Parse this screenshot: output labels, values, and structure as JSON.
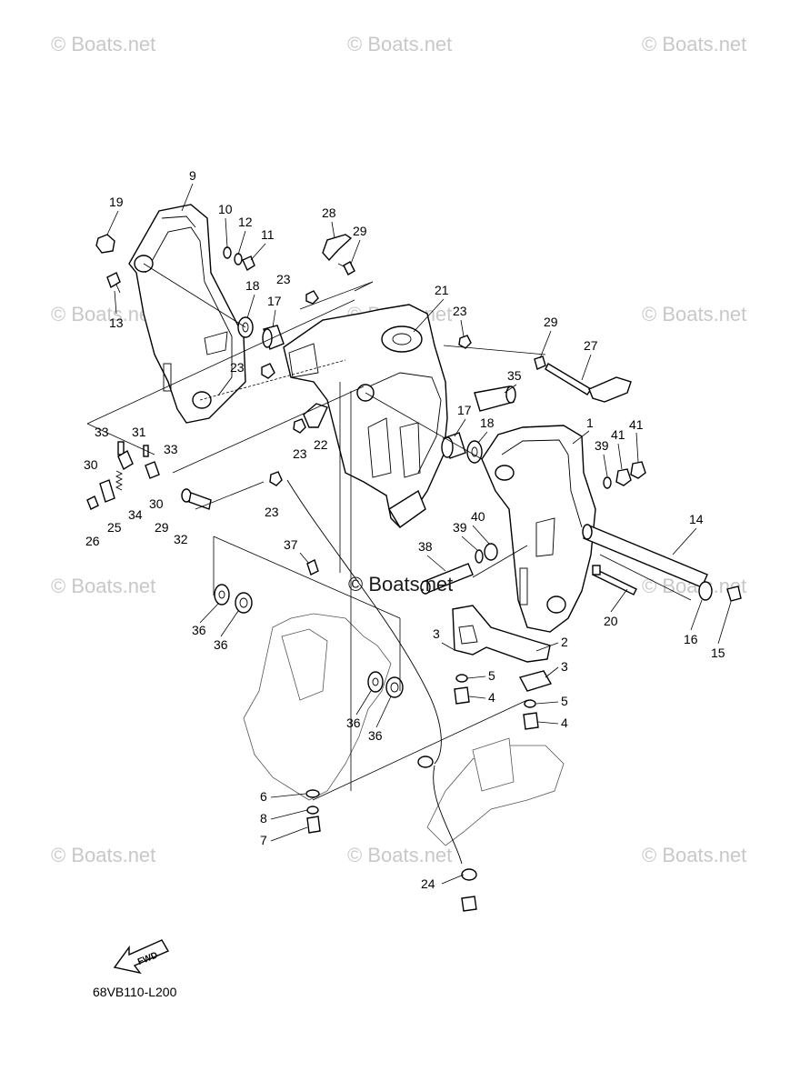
{
  "watermark": "© Boats.net",
  "diagram_code": "68VB110-L200",
  "fwd_label": "FWD",
  "callouts": [
    {
      "id": "c9",
      "text": "9"
    },
    {
      "id": "c19",
      "text": "19"
    },
    {
      "id": "c10",
      "text": "10"
    },
    {
      "id": "c12",
      "text": "12"
    },
    {
      "id": "c11",
      "text": "11"
    },
    {
      "id": "c28",
      "text": "28"
    },
    {
      "id": "c29a",
      "text": "29"
    },
    {
      "id": "c13",
      "text": "13"
    },
    {
      "id": "c18a",
      "text": "18"
    },
    {
      "id": "c17a",
      "text": "17"
    },
    {
      "id": "c23a",
      "text": "23"
    },
    {
      "id": "c21",
      "text": "21"
    },
    {
      "id": "c23b",
      "text": "23"
    },
    {
      "id": "c29b",
      "text": "29"
    },
    {
      "id": "c27",
      "text": "27"
    },
    {
      "id": "c23c",
      "text": "23"
    },
    {
      "id": "c35",
      "text": "35"
    },
    {
      "id": "c17b",
      "text": "17"
    },
    {
      "id": "c18b",
      "text": "18"
    },
    {
      "id": "c1",
      "text": "1"
    },
    {
      "id": "c41a",
      "text": "41"
    },
    {
      "id": "c41b",
      "text": "41"
    },
    {
      "id": "c39a",
      "text": "39"
    },
    {
      "id": "c33a",
      "text": "33"
    },
    {
      "id": "c31",
      "text": "31"
    },
    {
      "id": "c33b",
      "text": "33"
    },
    {
      "id": "c22",
      "text": "22"
    },
    {
      "id": "c23d",
      "text": "23"
    },
    {
      "id": "c30a",
      "text": "30"
    },
    {
      "id": "c30b",
      "text": "30"
    },
    {
      "id": "c34",
      "text": "34"
    },
    {
      "id": "c23e",
      "text": "23"
    },
    {
      "id": "c25",
      "text": "25"
    },
    {
      "id": "c26",
      "text": "26"
    },
    {
      "id": "c29c",
      "text": "29"
    },
    {
      "id": "c32",
      "text": "32"
    },
    {
      "id": "c40",
      "text": "40"
    },
    {
      "id": "c39b",
      "text": "39"
    },
    {
      "id": "c14",
      "text": "14"
    },
    {
      "id": "c37",
      "text": "37"
    },
    {
      "id": "c38",
      "text": "38"
    },
    {
      "id": "c36a",
      "text": "36"
    },
    {
      "id": "c36b",
      "text": "36"
    },
    {
      "id": "c20",
      "text": "20"
    },
    {
      "id": "c16",
      "text": "16"
    },
    {
      "id": "c15",
      "text": "15"
    },
    {
      "id": "c3a",
      "text": "3"
    },
    {
      "id": "c2",
      "text": "2"
    },
    {
      "id": "c5a",
      "text": "5"
    },
    {
      "id": "c3b",
      "text": "3"
    },
    {
      "id": "c4a",
      "text": "4"
    },
    {
      "id": "c5b",
      "text": "5"
    },
    {
      "id": "c4b",
      "text": "4"
    },
    {
      "id": "c36c",
      "text": "36"
    },
    {
      "id": "c36d",
      "text": "36"
    },
    {
      "id": "c6",
      "text": "6"
    },
    {
      "id": "c8",
      "text": "8"
    },
    {
      "id": "c7",
      "text": "7"
    },
    {
      "id": "c24",
      "text": "24"
    }
  ]
}
